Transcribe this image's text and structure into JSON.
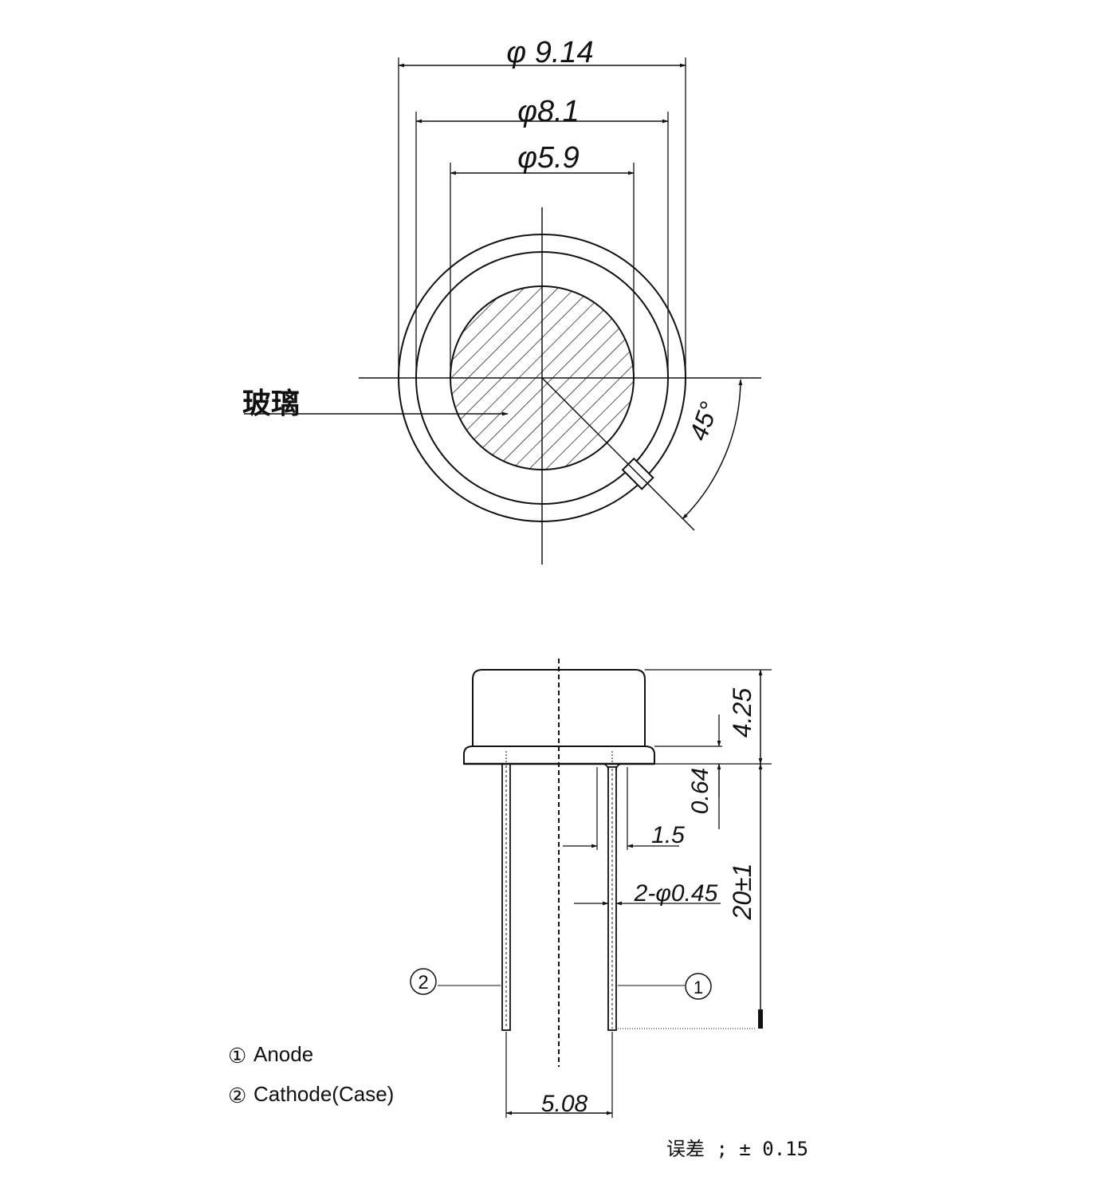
{
  "top_view": {
    "dim_outer": "φ 9.14",
    "dim_flange": "φ8.1",
    "dim_window": "φ5.9",
    "glass_label": "玻璃",
    "angle_label": "45°"
  },
  "side_view": {
    "dim_cap_height": "4.25",
    "dim_flange_thickness": "0.64",
    "dim_pin_offset": "1.5",
    "dim_pin_diameter": "2-φ0.45",
    "dim_lead_length": "20±1",
    "dim_pin_spacing": "5.08",
    "pin1_marker": "1",
    "pin2_marker": "2"
  },
  "legend": {
    "anode_symbol": "①",
    "anode_label": "Anode",
    "cathode_symbol": "②",
    "cathode_label": "Cathode(Case)"
  },
  "tolerance_label": "误差 ; ± 0.15"
}
